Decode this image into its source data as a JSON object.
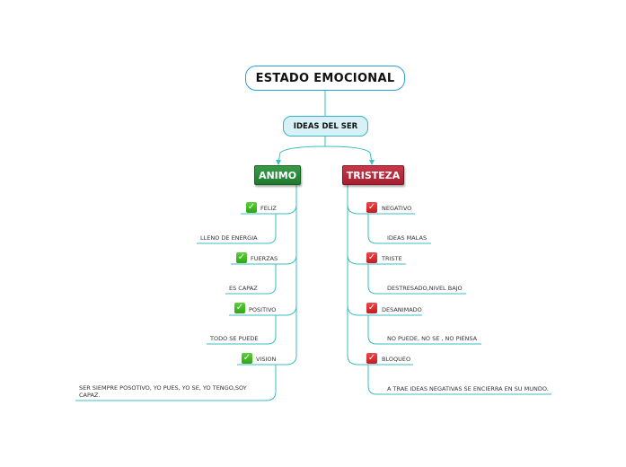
{
  "root": {
    "label": "ESTADO EMOCIONAL"
  },
  "subtopic": {
    "label": "IDEAS DEL SER"
  },
  "colors": {
    "line": "#3bbfc0",
    "animo": "#2a8a3a",
    "tristeza": "#b32b3c",
    "root_border": "#2a9fd6"
  },
  "branches": [
    {
      "label": "ANIMO",
      "items": [
        {
          "label": "FELIZ",
          "icon": "check-green-icon"
        },
        {
          "label": "LLENO DE ENERGIA",
          "icon": ""
        },
        {
          "label": "FUERZAS",
          "icon": "check-green-icon"
        },
        {
          "label": "ES CAPAZ",
          "icon": ""
        },
        {
          "label": "POSITIVO",
          "icon": "check-green-icon"
        },
        {
          "label": "TODO SE PUEDE",
          "icon": ""
        },
        {
          "label": "VISION",
          "icon": "check-green-icon"
        },
        {
          "label": "SER SIEMPRE POSOTIVO, YO PUES, YO SE, YO TENGO,SOY CAPAZ.",
          "icon": ""
        }
      ]
    },
    {
      "label": "TRISTEZA",
      "items": [
        {
          "label": "NEGATIVO",
          "icon": "check-red-icon"
        },
        {
          "label": "IDEAS MALAS",
          "icon": ""
        },
        {
          "label": "TRISTE",
          "icon": "check-red-icon"
        },
        {
          "label": "DESTRESADO,NIVEL BAJO",
          "icon": ""
        },
        {
          "label": "DESANIMADO",
          "icon": "check-red-icon"
        },
        {
          "label": "NO PUEDE, NO SE , NO PIENSA",
          "icon": ""
        },
        {
          "label": "BLOQUEO",
          "icon": "check-red-icon"
        },
        {
          "label": "A TRAE IDEAS NEGATIVAS SE ENCIERRA EN SU MUNDO.",
          "icon": ""
        }
      ]
    }
  ]
}
